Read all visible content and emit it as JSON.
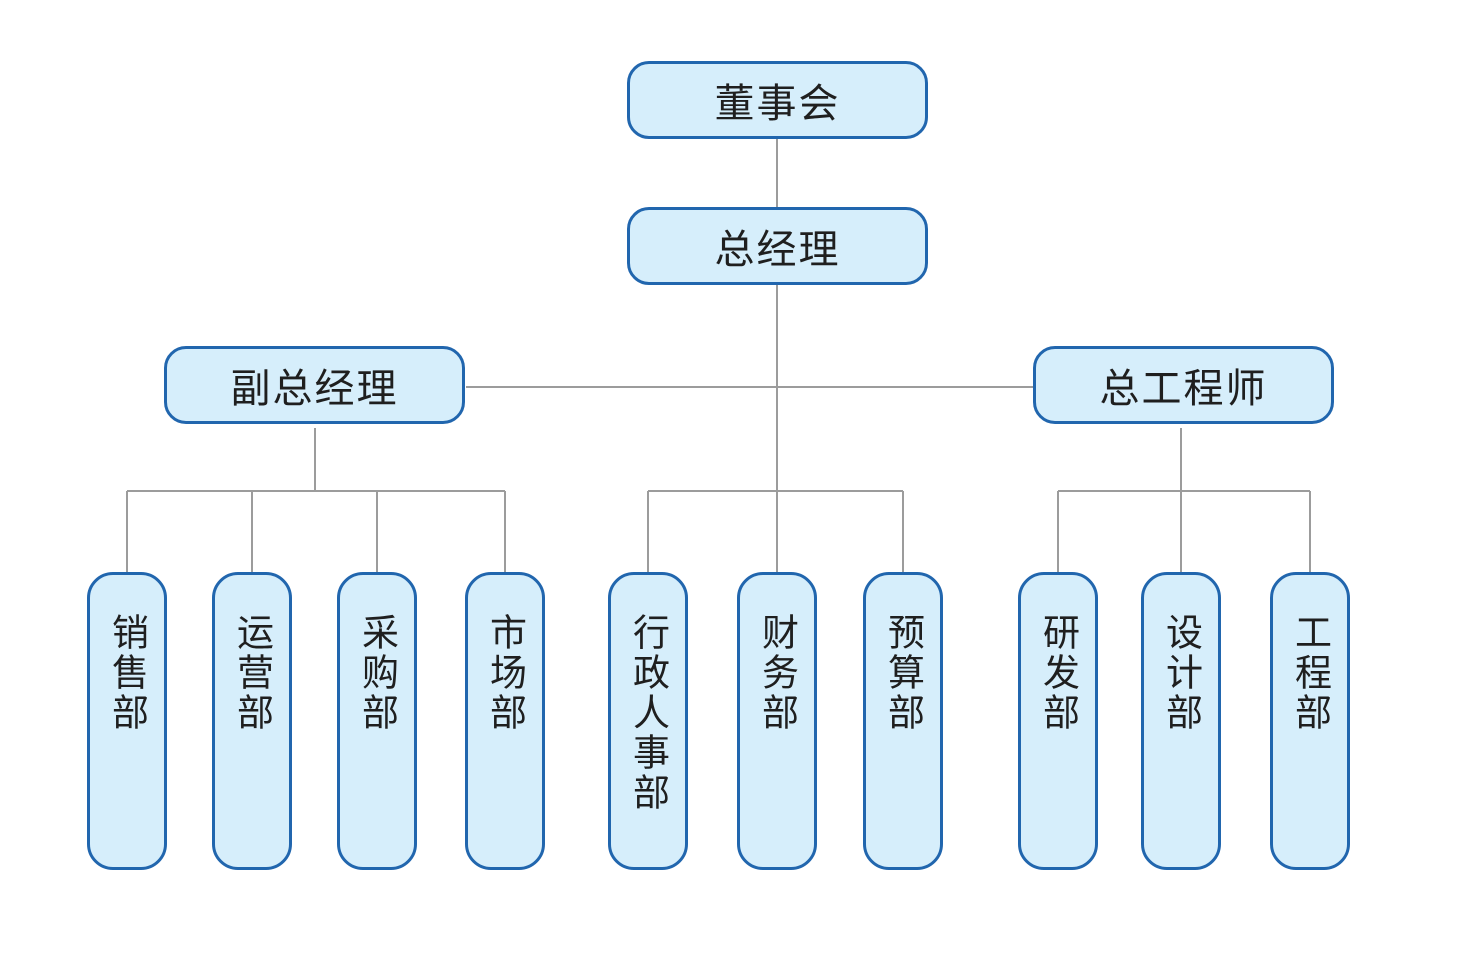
{
  "diagram": {
    "type": "org-chart"
  },
  "nodes": {
    "board": {
      "label": "董事会"
    },
    "general_manager": {
      "label": "总经理"
    },
    "deputy_general_manager": {
      "label": "副总经理"
    },
    "chief_engineer": {
      "label": "总工程师"
    },
    "sales": {
      "label": "销售部"
    },
    "operations": {
      "label": "运营部"
    },
    "procurement": {
      "label": "采购部"
    },
    "marketing": {
      "label": "市场部"
    },
    "admin_hr": {
      "label": "行政人事部"
    },
    "finance": {
      "label": "财务部"
    },
    "budget": {
      "label": "预算部"
    },
    "rnd": {
      "label": "研发部"
    },
    "design": {
      "label": "设计部"
    },
    "engineering": {
      "label": "工程部"
    }
  },
  "hierarchy": [
    {
      "parent": "董事会",
      "children": [
        "总经理"
      ]
    },
    {
      "parent": "总经理",
      "children": [
        "副总经理",
        "总工程师",
        "行政人事部",
        "财务部",
        "预算部"
      ]
    },
    {
      "parent": "副总经理",
      "children": [
        "销售部",
        "运营部",
        "采购部",
        "市场部"
      ]
    },
    {
      "parent": "总工程师",
      "children": [
        "研发部",
        "设计部",
        "工程部"
      ]
    }
  ],
  "colors": {
    "node_fill": "#d6eefb",
    "node_border": "#2166ae",
    "connector": "#9c9c9c",
    "text": "#1f1f1f",
    "background": "#ffffff"
  }
}
